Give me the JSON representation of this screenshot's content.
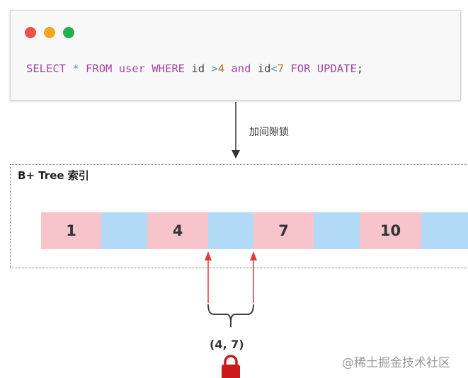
{
  "window_dots": {
    "close": "#f0504a",
    "minimize": "#f5a623",
    "maximize": "#22b14c"
  },
  "code": {
    "t1": "SELECT",
    "t2": "*",
    "t3": "FROM user WHERE",
    "t4": "id",
    "t5": ">",
    "t6": "4",
    "t7": "and",
    "t8": "id",
    "t9": "<",
    "t10": "7",
    "t11": "FOR UPDATE",
    ";": ";"
  },
  "arrow_label": "加间隙锁",
  "tree": {
    "title": "B+ Tree 索引",
    "keys": [
      "1",
      "4",
      "7",
      "10"
    ]
  },
  "range_label": "(4, 7)",
  "watermark": "@稀土掘金技术社区"
}
